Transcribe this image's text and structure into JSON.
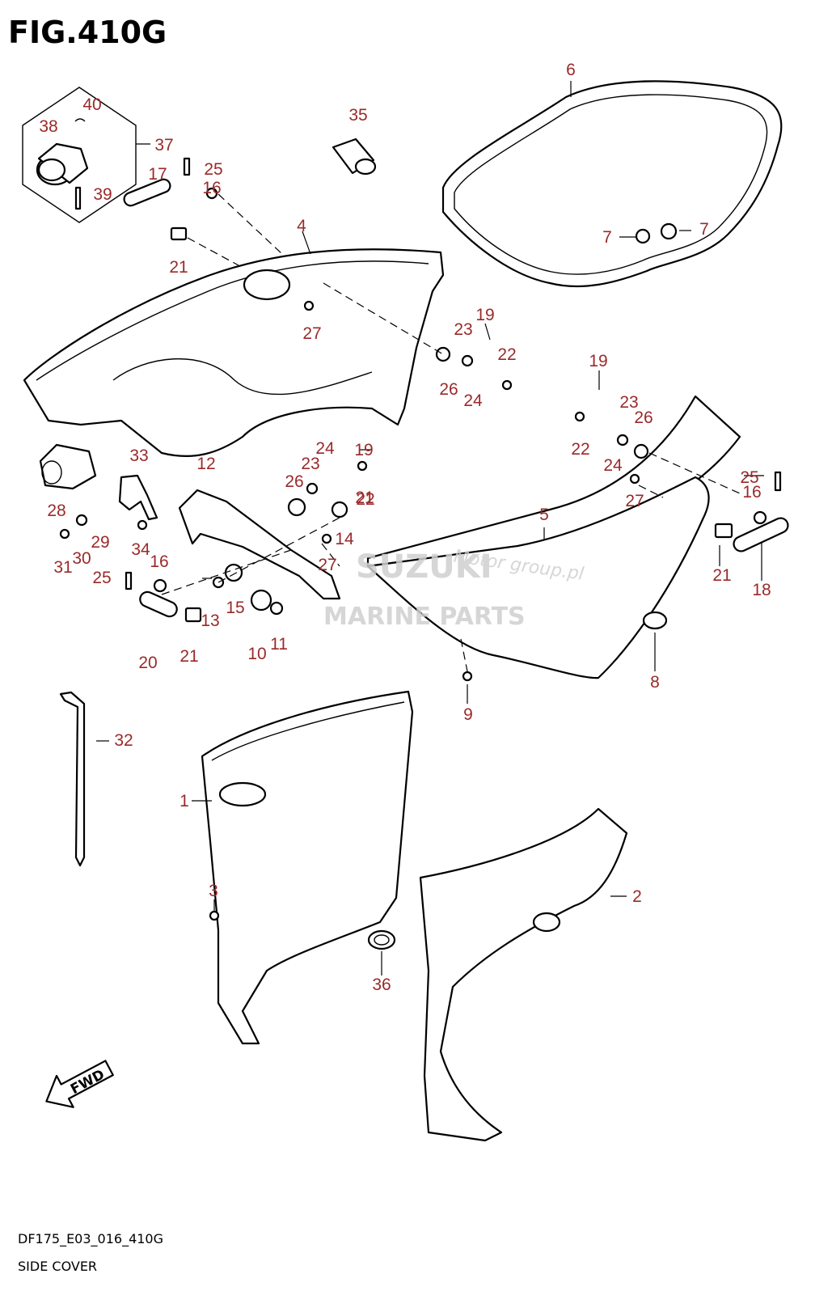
{
  "figure": {
    "title": "FIG.410G",
    "code": "DF175_E03_016_410G",
    "name": "SIDE COVER",
    "fwd_label": "FWD"
  },
  "watermark": {
    "brand": "SUZUKI",
    "line": "MARINE PARTS",
    "script": "Motor group.pl"
  },
  "colors": {
    "callout": "#9a2a2a",
    "line": "#000000",
    "watermark": "#cfcfcf"
  },
  "callouts": [
    "1",
    "2",
    "3",
    "4",
    "5",
    "6",
    "7",
    "7",
    "8",
    "9",
    "10",
    "11",
    "12",
    "13",
    "14",
    "15",
    "16",
    "16",
    "16",
    "17",
    "18",
    "19",
    "19",
    "19",
    "20",
    "21",
    "21",
    "21",
    "21",
    "22",
    "22",
    "22",
    "23",
    "23",
    "23",
    "24",
    "24",
    "24",
    "25",
    "25",
    "25",
    "26",
    "26",
    "26",
    "27",
    "27",
    "27",
    "28",
    "29",
    "30",
    "31",
    "32",
    "33",
    "34",
    "35",
    "36",
    "37",
    "38",
    "39",
    "40"
  ]
}
